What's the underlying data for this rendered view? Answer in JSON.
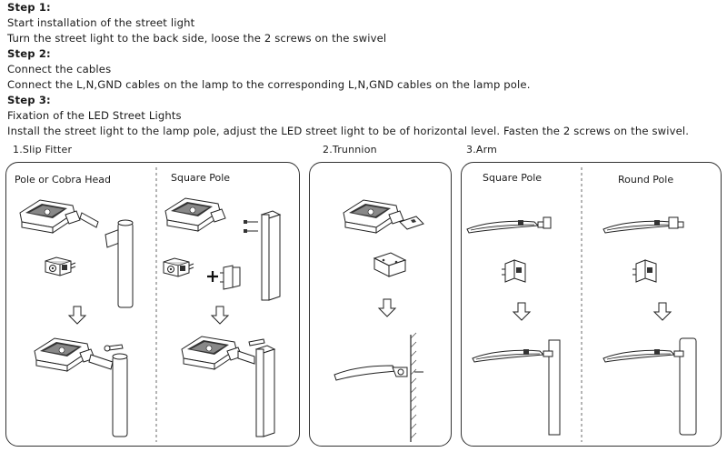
{
  "steps": [
    {
      "heading": "Step 1:",
      "lines": [
        "Start installation of the street light",
        "Turn the street light to the back side, loose the 2 screws on the swivel"
      ]
    },
    {
      "heading": "Step 2:",
      "lines": [
        "Connect the cables",
        "Connect the L,N,GND cables on the lamp to the corresponding L,N,GND cables on the lamp pole."
      ]
    },
    {
      "heading": "Step 3:",
      "lines": [
        "Fixation of the LED Street Lights",
        "Install the street light to the lamp pole, adjust the LED street light to be of horizontal level. Fasten the 2 screws on the swivel."
      ]
    }
  ],
  "sections": {
    "slip_fitter": {
      "label": "1.Slip Fitter",
      "sub": [
        "Pole or Cobra Head",
        "Square Pole"
      ]
    },
    "trunnion": {
      "label": "2.Trunnion"
    },
    "arm": {
      "label": "3.Arm",
      "sub": [
        "Square Pole",
        "Round Pole"
      ]
    }
  },
  "icons": [
    "street-light",
    "slip-fitter-bracket",
    "round-pole",
    "square-pole",
    "down-arrow",
    "plus-icon",
    "wrench-icon",
    "trunnion-bracket",
    "wall",
    "arm-bracket"
  ]
}
